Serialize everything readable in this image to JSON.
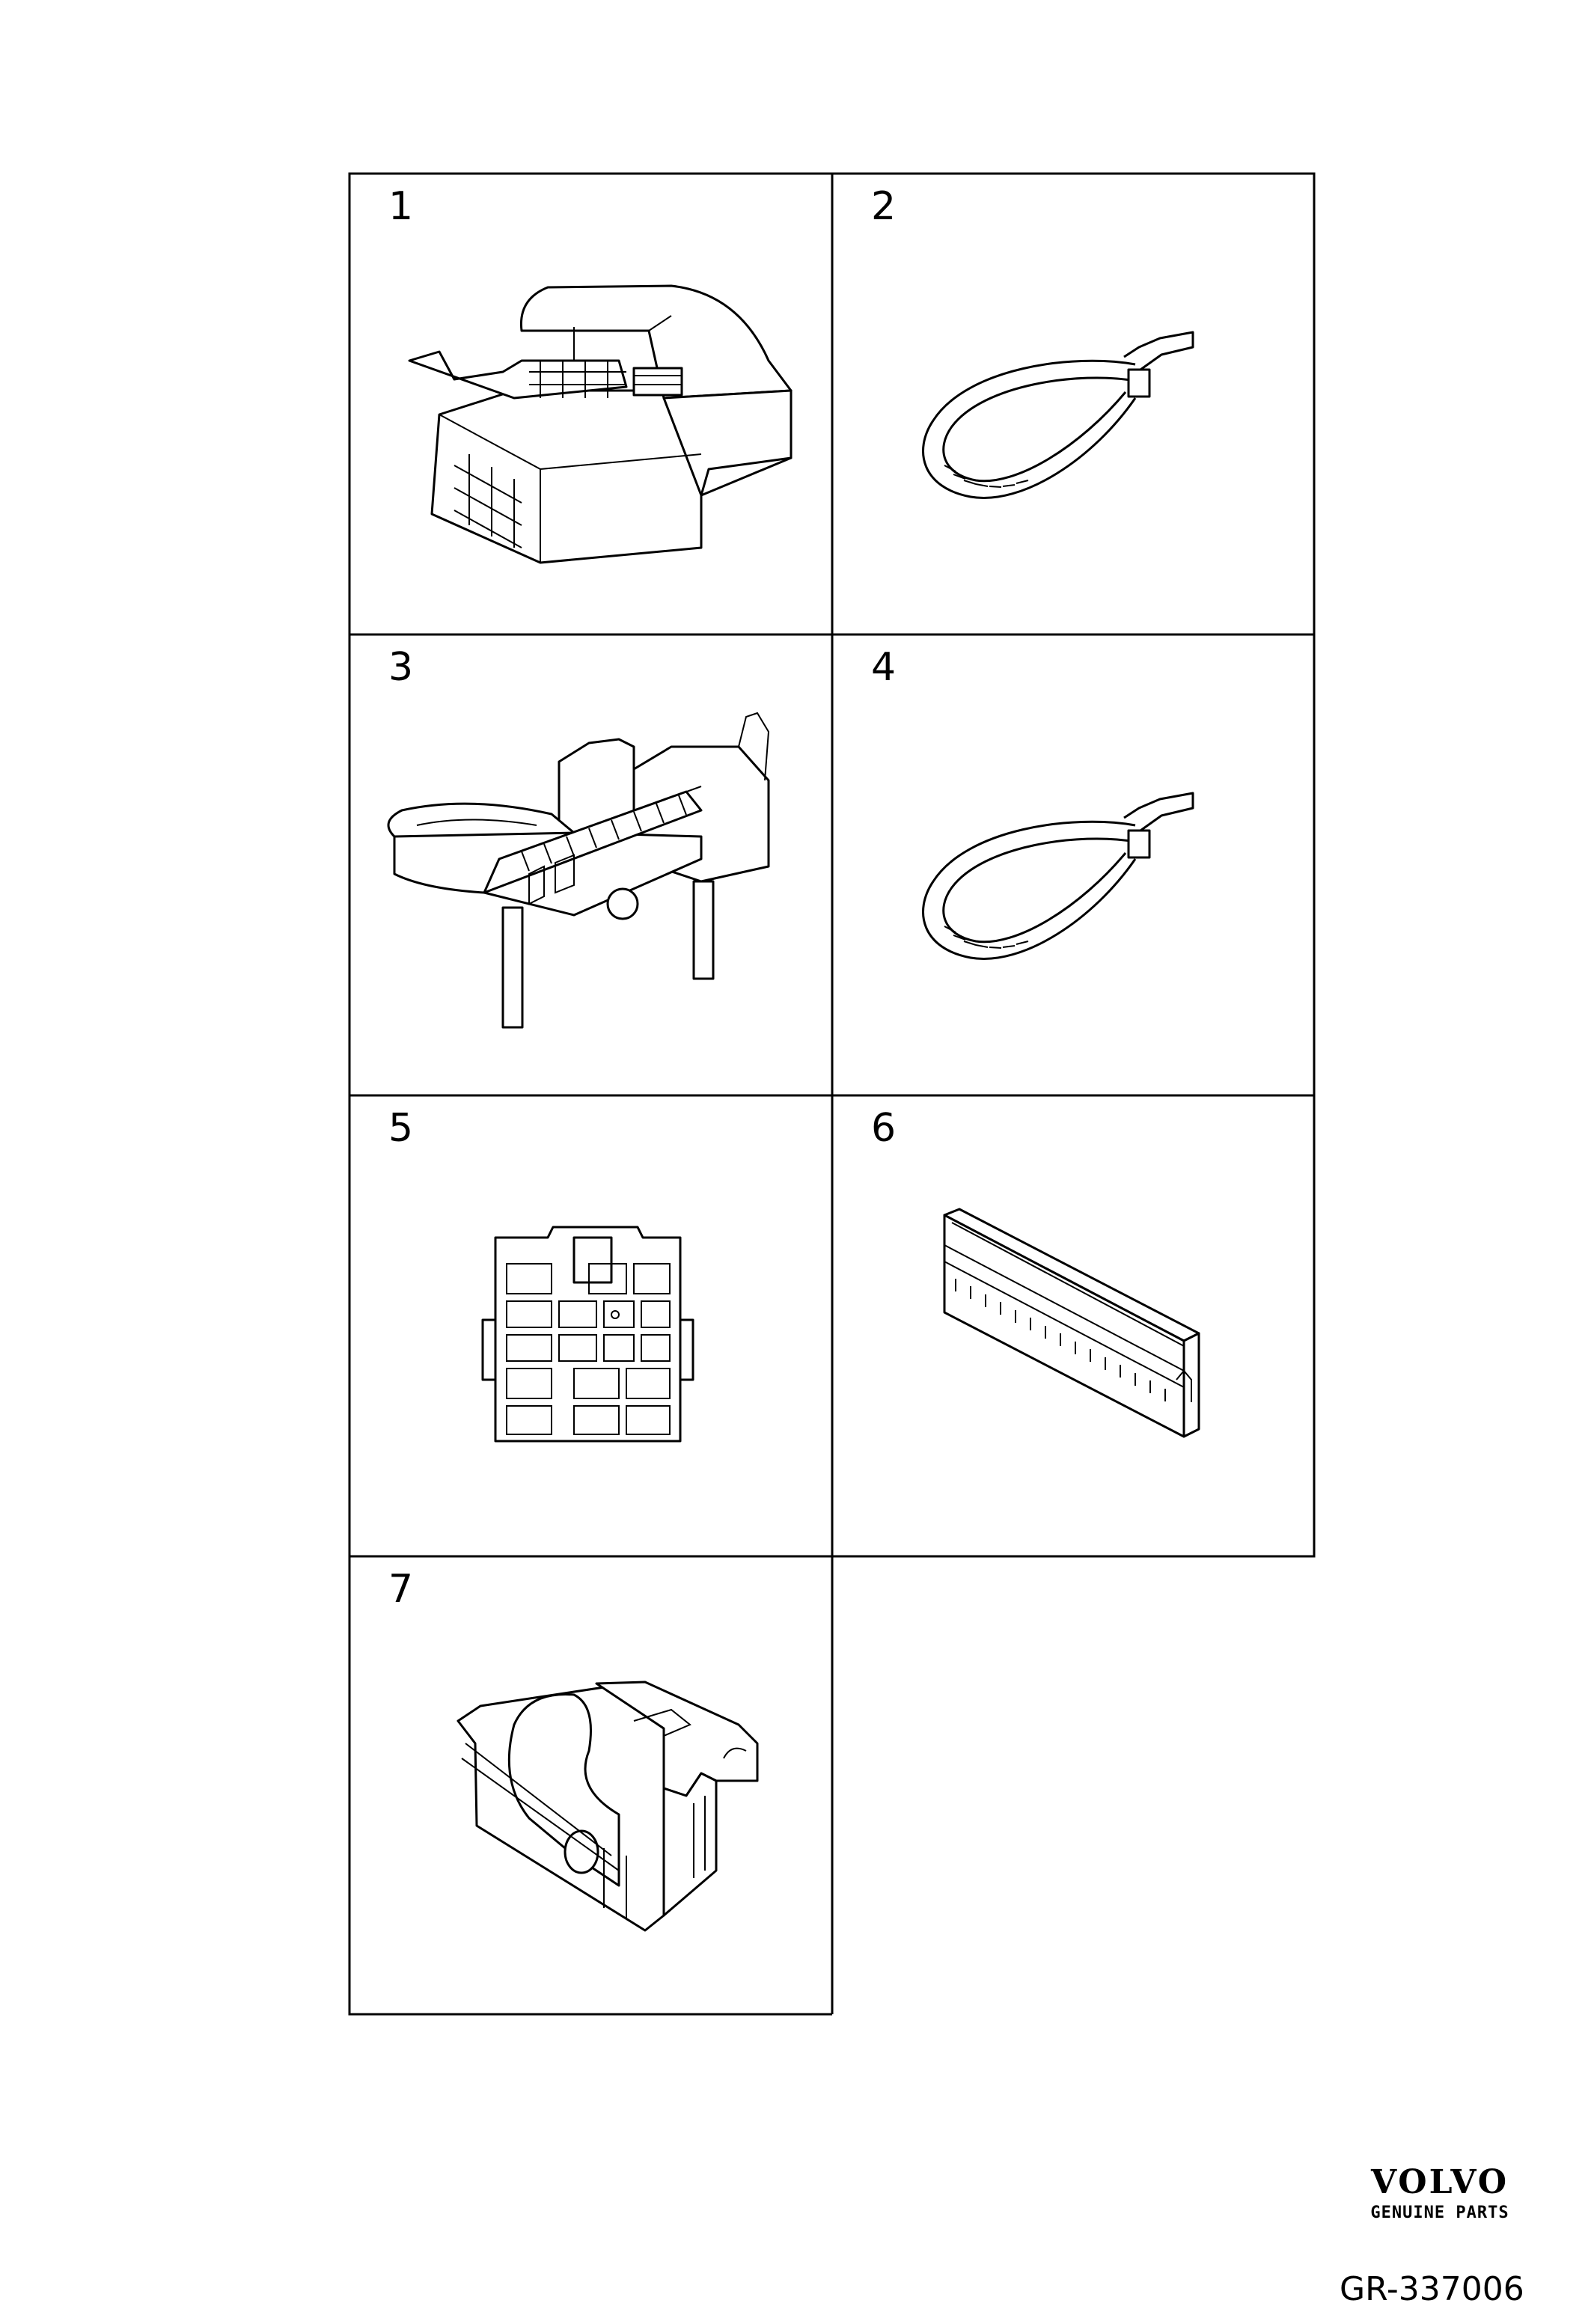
{
  "items": [
    {
      "number": "1",
      "icon": "connector-cover-icon"
    },
    {
      "number": "2",
      "icon": "cable-tie-icon"
    },
    {
      "number": "3",
      "icon": "connector-holder-icon"
    },
    {
      "number": "4",
      "icon": "cable-tie-icon"
    },
    {
      "number": "5",
      "icon": "connector-housing-icon"
    },
    {
      "number": "6",
      "icon": "terminal-block-icon"
    },
    {
      "number": "7",
      "icon": "connector-cover-icon"
    }
  ],
  "brand": {
    "name": "VOLVO",
    "tagline": "GENUINE PARTS"
  },
  "reference": "GR-337006",
  "colors": {
    "line": "#000000",
    "background": "#ffffff"
  }
}
